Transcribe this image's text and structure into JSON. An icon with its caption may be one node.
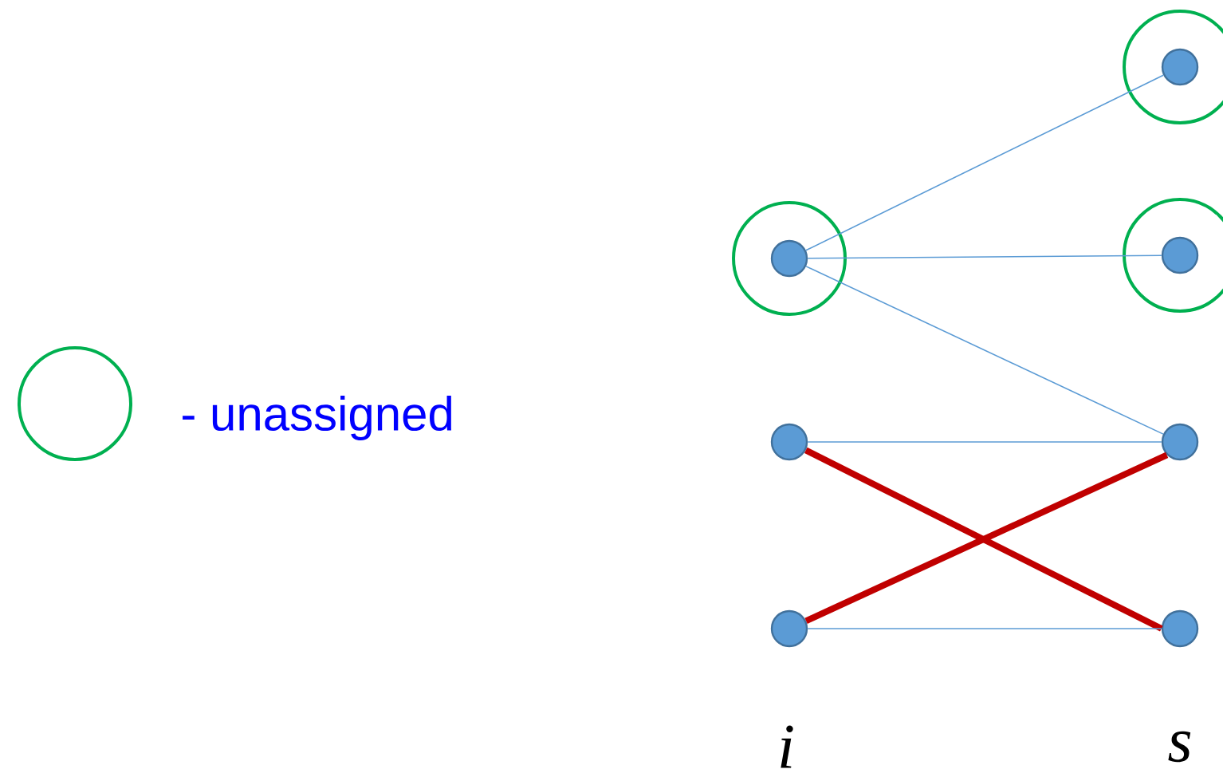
{
  "diagram": {
    "nodes": [
      {
        "text": [],
        "shape": "circle"
      },
      {
        "text": [],
        "shape": "circle",
        "in": 0
      },
      {
        "text": [],
        "shape": "circle"
      },
      {
        "text": [],
        "shape": "circle"
      },
      {
        "text": [],
        "shape": "circle"
      },
      {
        "text": [],
        "shape": "circle",
        "in": 4
      },
      {
        "text": [],
        "shape": "circle"
      },
      {
        "text": [],
        "shape": "circle",
        "in": 6
      },
      {
        "text": [],
        "shape": "circle"
      },
      {
        "text": [],
        "shape": "circle"
      }
    ],
    "edges": [
      {
        "from": 1,
        "to": 5,
        "arrow": "none"
      },
      {
        "from": 1,
        "to": 7,
        "arrow": "none"
      },
      {
        "from": 1,
        "to": 8,
        "arrow": "none"
      },
      {
        "from": 2,
        "to": 8,
        "arrow": "none"
      },
      {
        "from": 2,
        "to": 9,
        "arrow": "none",
        "style": "thick",
        "color": "#c00000"
      },
      {
        "from": 3,
        "to": 8,
        "arrow": "none",
        "style": "thick",
        "color": "#c00000"
      },
      {
        "from": 3,
        "to": 9,
        "arrow": "none"
      }
    ],
    "labels": [
      "i",
      "s"
    ],
    "legend": [
      {
        "text": "- unassigned"
      }
    ]
  }
}
